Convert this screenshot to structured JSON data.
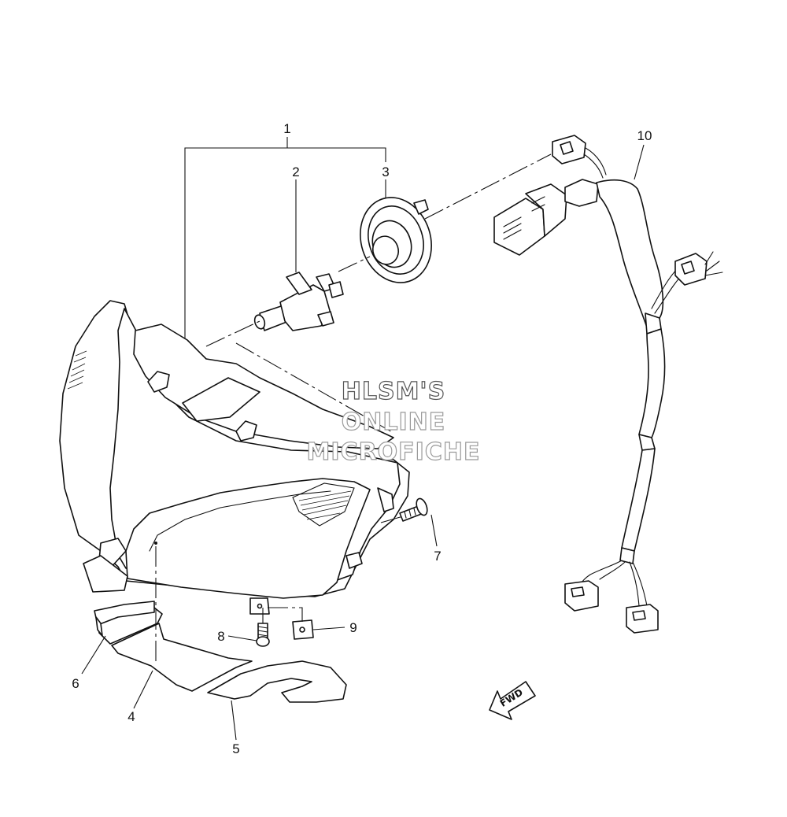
{
  "callouts": {
    "c1": "1",
    "c2": "2",
    "c3": "3",
    "c4": "4",
    "c5": "5",
    "c6": "6",
    "c7": "7",
    "c8": "8",
    "c9": "9",
    "c10": "10"
  },
  "watermark": {
    "line1": "HLSM'S",
    "line2": "ONLINE",
    "line3": "MICROFICHE"
  },
  "direction_marker": {
    "label": "FWD"
  }
}
